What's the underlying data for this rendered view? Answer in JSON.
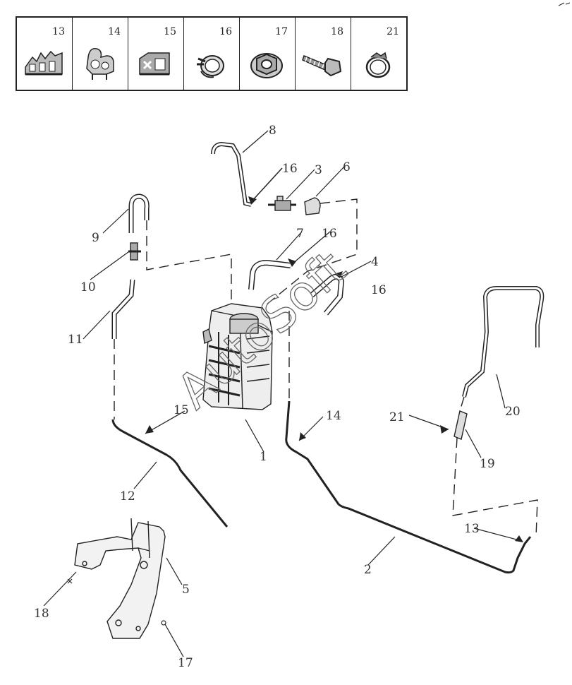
{
  "legend": {
    "cells": [
      {
        "number": "13",
        "icon": "clip-13-icon"
      },
      {
        "number": "14",
        "icon": "clip-14-icon"
      },
      {
        "number": "15",
        "icon": "clip-15-icon"
      },
      {
        "number": "16",
        "icon": "spring-clamp-16-icon"
      },
      {
        "number": "17",
        "icon": "flange-nut-17-icon"
      },
      {
        "number": "18",
        "icon": "bolt-18-icon"
      },
      {
        "number": "21",
        "icon": "hose-clamp-21-icon"
      }
    ]
  },
  "callouts": {
    "c1": "1",
    "c2": "2",
    "c3": "3",
    "c4": "4",
    "c5": "5",
    "c6": "6",
    "c7": "7",
    "c8": "8",
    "c9": "9",
    "c10": "10",
    "c11": "11",
    "c12": "12",
    "c13": "13",
    "c14": "14",
    "c15": "15",
    "c16a": "16",
    "c16b": "16",
    "c16c": "16",
    "c17": "17",
    "c18": "18",
    "c19": "19",
    "c20": "20",
    "c21": "21"
  },
  "watermark": "AutoSoft",
  "colors": {
    "line": "#222222",
    "background": "#ffffff"
  }
}
